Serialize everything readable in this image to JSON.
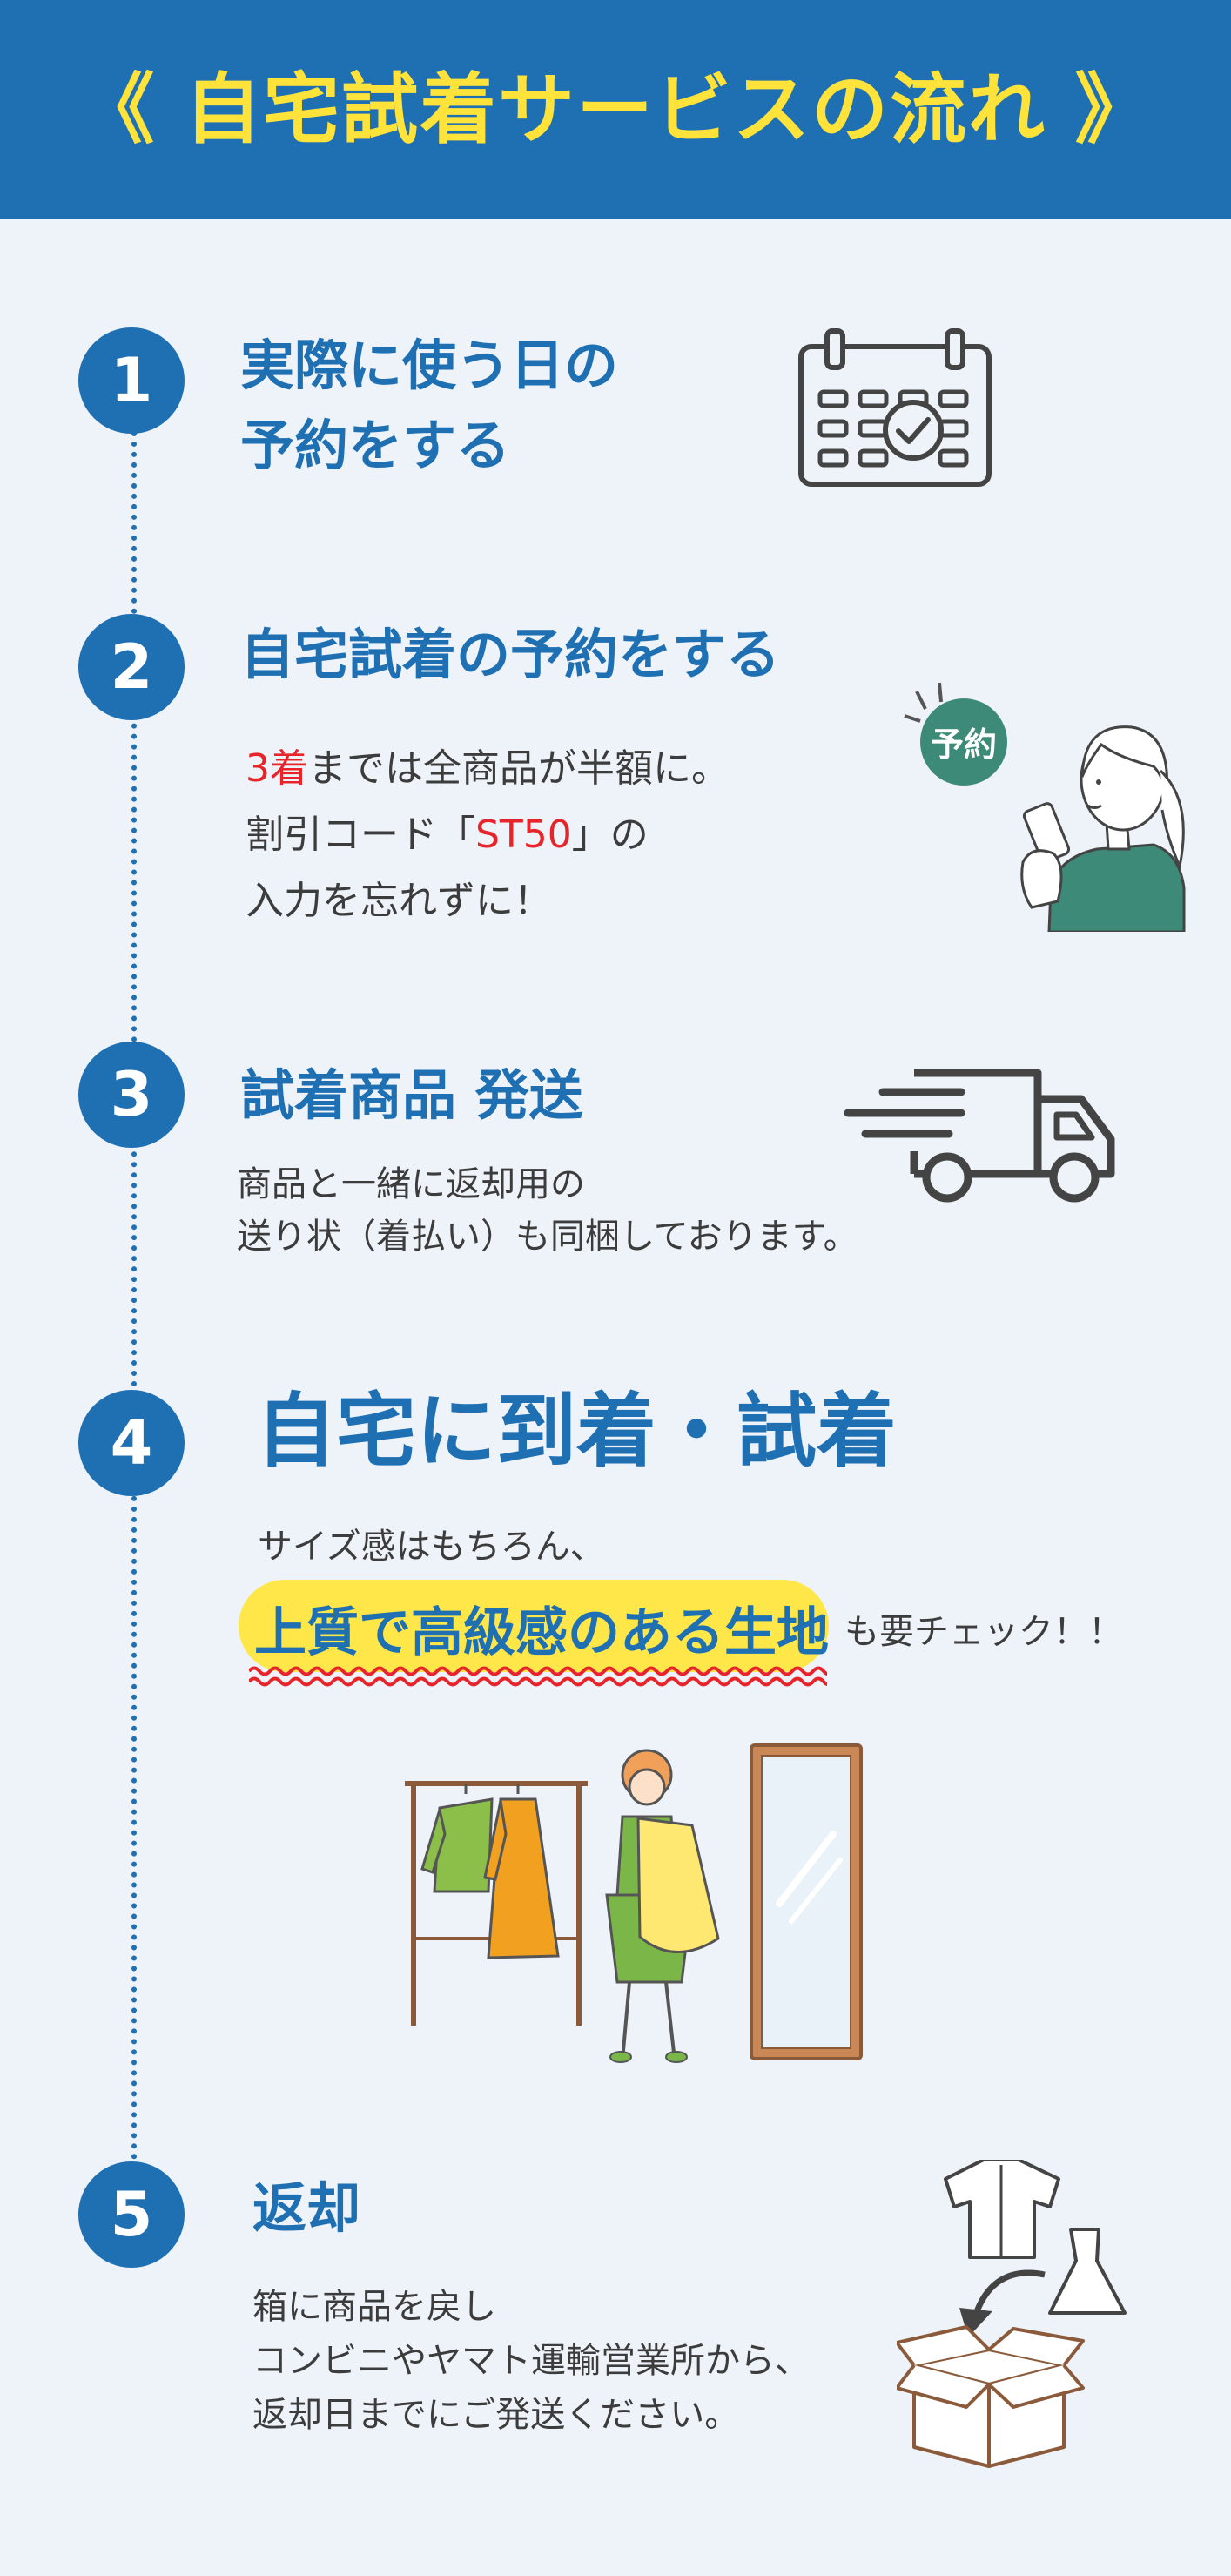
{
  "header": {
    "title": "《 自宅試着サービスの流れ 》"
  },
  "steps": [
    {
      "number": "1",
      "title_line1": "実際に使う日の",
      "title_line2": "予約をする",
      "icon": "calendar-check-icon"
    },
    {
      "number": "2",
      "title": "自宅試着の予約をする",
      "text_count": "3着",
      "text_line1_rest": "までは全商品が半額に。",
      "text_line2_prefix": "割引コード「",
      "text_code": "ST50",
      "text_line2_suffix": "」の",
      "text_line3": "入力を忘れずに！",
      "badge": "予約",
      "illustration": "woman-with-phone-illustration"
    },
    {
      "number": "3",
      "title": "試着商品 発送",
      "text_line1": "商品と一緒に返却用の",
      "text_line2": "送り状（着払い）も同梱しております。",
      "icon": "delivery-truck-icon"
    },
    {
      "number": "4",
      "title": "自宅に到着・試着",
      "text_line1": "サイズ感はもちろん、",
      "highlight": "上質で高級感のある生地",
      "highlight_suffix": "も要チェック！！",
      "illustration": "fitting-room-illustration"
    },
    {
      "number": "5",
      "title": "返却",
      "text_line1": "箱に商品を戻し",
      "text_line2": "コンビニやヤマト運輸営業所から、",
      "text_line3": "返却日までにご発送ください。",
      "illustration": "return-box-illustration"
    }
  ],
  "colors": {
    "primary": "#1f6fb3",
    "accent_yellow": "#ffe33a",
    "highlight": "#ffe74a",
    "red": "#e8242b",
    "background": "#eef3fa"
  }
}
